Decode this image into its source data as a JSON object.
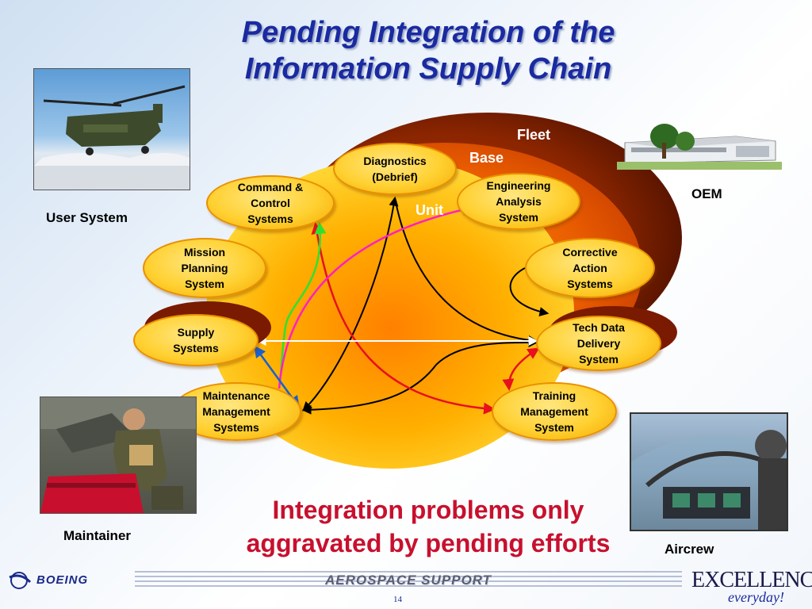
{
  "title": {
    "line1": "Pending Integration of the",
    "line2": "Information Supply Chain"
  },
  "regions": {
    "fleet": "Fleet",
    "base": "Base",
    "unit": "Unit"
  },
  "nodes": {
    "diagnostics": {
      "line1": "Diagnostics",
      "line2": "(Debrief)"
    },
    "command_control": {
      "line1": "Command &",
      "line2": "Control",
      "line3": "Systems"
    },
    "engineering": {
      "line1": "Engineering",
      "line2": "Analysis",
      "line3": "System"
    },
    "mission_planning": {
      "line1": "Mission",
      "line2": "Planning",
      "line3": "System"
    },
    "corrective_action": {
      "line1": "Corrective",
      "line2": "Action",
      "line3": "Systems"
    },
    "supply": {
      "line1": "Supply",
      "line2": "Systems"
    },
    "tech_data": {
      "line1": "Tech Data",
      "line2": "Delivery",
      "line3": "System"
    },
    "maintenance": {
      "line1": "Maintenance",
      "line2": "Management",
      "line3": "Systems"
    },
    "training": {
      "line1": "Training",
      "line2": "Management",
      "line3": "System"
    }
  },
  "labels": {
    "user_system": "User System",
    "oem": "OEM",
    "maintainer": "Maintainer",
    "aircrew": "Aircrew"
  },
  "caption": {
    "line1": "Integration problems only",
    "line2": "aggravated by pending efforts"
  },
  "footer": {
    "boeing": "BOEING",
    "aerospace_support": "AEROSPACE SUPPORT",
    "excellence": "EXCELLENCE",
    "everyday": "everyday!",
    "page_number": "14"
  },
  "colors": {
    "title": "#1a2aa0",
    "caption": "#c8102e",
    "fleet_region": "#8a2500",
    "base_region": "#e05a00",
    "unit_region": "#ffd000",
    "arrow_black": "#000000",
    "arrow_red": "#e8101e",
    "arrow_green": "#30e030",
    "arrow_magenta": "#ff20c0",
    "arrow_blue": "#1a60d0",
    "arrow_white": "#ffffff"
  }
}
